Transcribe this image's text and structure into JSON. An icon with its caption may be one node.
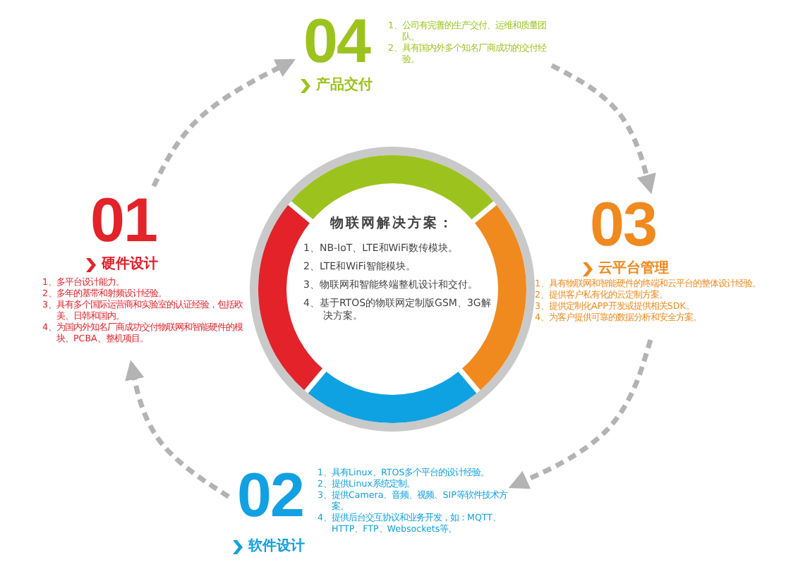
{
  "diagram": {
    "nodes": [
      {
        "text": [
          "物联网解决方案：",
          "1、NB-IoT、LTE和WiFi数传模块。",
          "2、LTE和WiFi智能模块。",
          "3、物联网和智能终端整机设计和交付。",
          "4、基于RTOS的物联网定制版GSM、3G解决方案。"
        ]
      },
      {
        "text": [
          "01",
          "硬件设计",
          "1、多平台设计能力。",
          "2、多年的基带和射频设计经验。",
          "3、具有多个国际运营商和实验室的认证经验，包括欧美、日韩和国内。",
          "4、为国内外知名厂商成功交付物联网和智能硬件的模块、PCBA、整机项目。"
        ]
      },
      {
        "text": [
          "02",
          "软件设计",
          "1、具有Linux、RTOS多个平台的设计经验。",
          "2、提供Linux系统定制。",
          "3、提供Camera、音频、视频、SIP等软件技术方案。",
          "4、提供后台交互协议和业务开发，如：MQTT、HTTP、FTP、Websockets等。"
        ]
      },
      {
        "text": [
          "03",
          "云平台管理",
          "1、具有物联网和智能硬件的终端和云平台的整体设计经验。",
          "2、提供客户私有化的云定制方案。",
          "3、提供定制化APP开发或提供相关SDK。",
          "4、为客户提供可靠的数据分析和安全方案。"
        ]
      },
      {
        "text": [
          "04",
          "产品交付",
          "1、公司有完善的生产交付、运维和质量团队。",
          "2、具有国内外多个知名厂商成功的交付经验。"
        ]
      }
    ],
    "edges": [
      {
        "from": 1,
        "to": 4,
        "arrow": "to",
        "style": "dashed"
      },
      {
        "from": 4,
        "to": 3,
        "arrow": "to",
        "style": "dashed"
      },
      {
        "from": 3,
        "to": 2,
        "arrow": "to",
        "style": "dashed"
      },
      {
        "from": 2,
        "to": 1,
        "arrow": "to",
        "style": "dashed"
      }
    ]
  }
}
